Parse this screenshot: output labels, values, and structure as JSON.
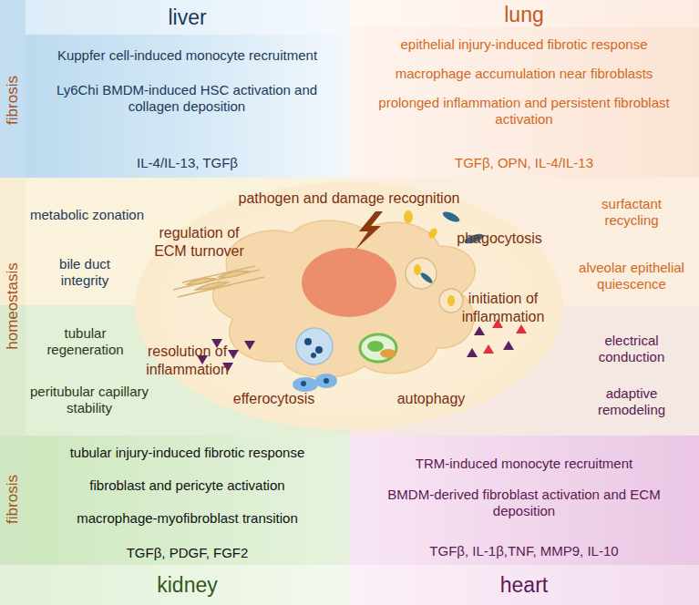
{
  "diagram": {
    "nodes": [
      {
        "text": [
          "liver",
          "Kuppfer cell-induced monocyte recruitment",
          "Ly6Chi BMDM-induced HSC activation and collagen deposition",
          "IL-4/IL-13, TGFβ"
        ]
      },
      {
        "text": [
          "lung",
          "epithelial injury-induced fibrotic response",
          "macrophage accumulation near fibroblasts",
          "prolonged inflammation and persistent fibroblast activation",
          "TGFβ, OPN, IL-4/IL-13"
        ]
      },
      {
        "text": [
          "metabolic zonation",
          "bile duct integrity"
        ]
      },
      {
        "text": [
          "surfactant recycling",
          "alveolar epithelial quiescence"
        ]
      },
      {
        "text": [
          "tubular regeneration",
          "peritubular capillary stability"
        ]
      },
      {
        "text": [
          "electrical conduction",
          "adaptive remodeling"
        ]
      },
      {
        "text": [
          "pathogen and damage recognition",
          "regulation of ECM turnover",
          "phagocytosis",
          "initiation of inflammation",
          "resolution of inflammation",
          "efferocytosis",
          "autophagy"
        ]
      },
      {
        "text": [
          "tubular injury-induced fibrotic response",
          "fibroblast and pericyte activation",
          "macrophage-myofibroblast transition",
          "TGFβ, PDGF, FGF2",
          "kidney"
        ]
      },
      {
        "text": [
          "TRM-induced monocyte recruitment",
          "BMDM-derived fibroblast activation and ECM deposition",
          "TGFβ, IL-1β,TNF, MMP9, IL-10",
          "heart"
        ]
      }
    ],
    "labels": [
      "fibrosis",
      "homeostasis",
      "fibrosis"
    ]
  }
}
